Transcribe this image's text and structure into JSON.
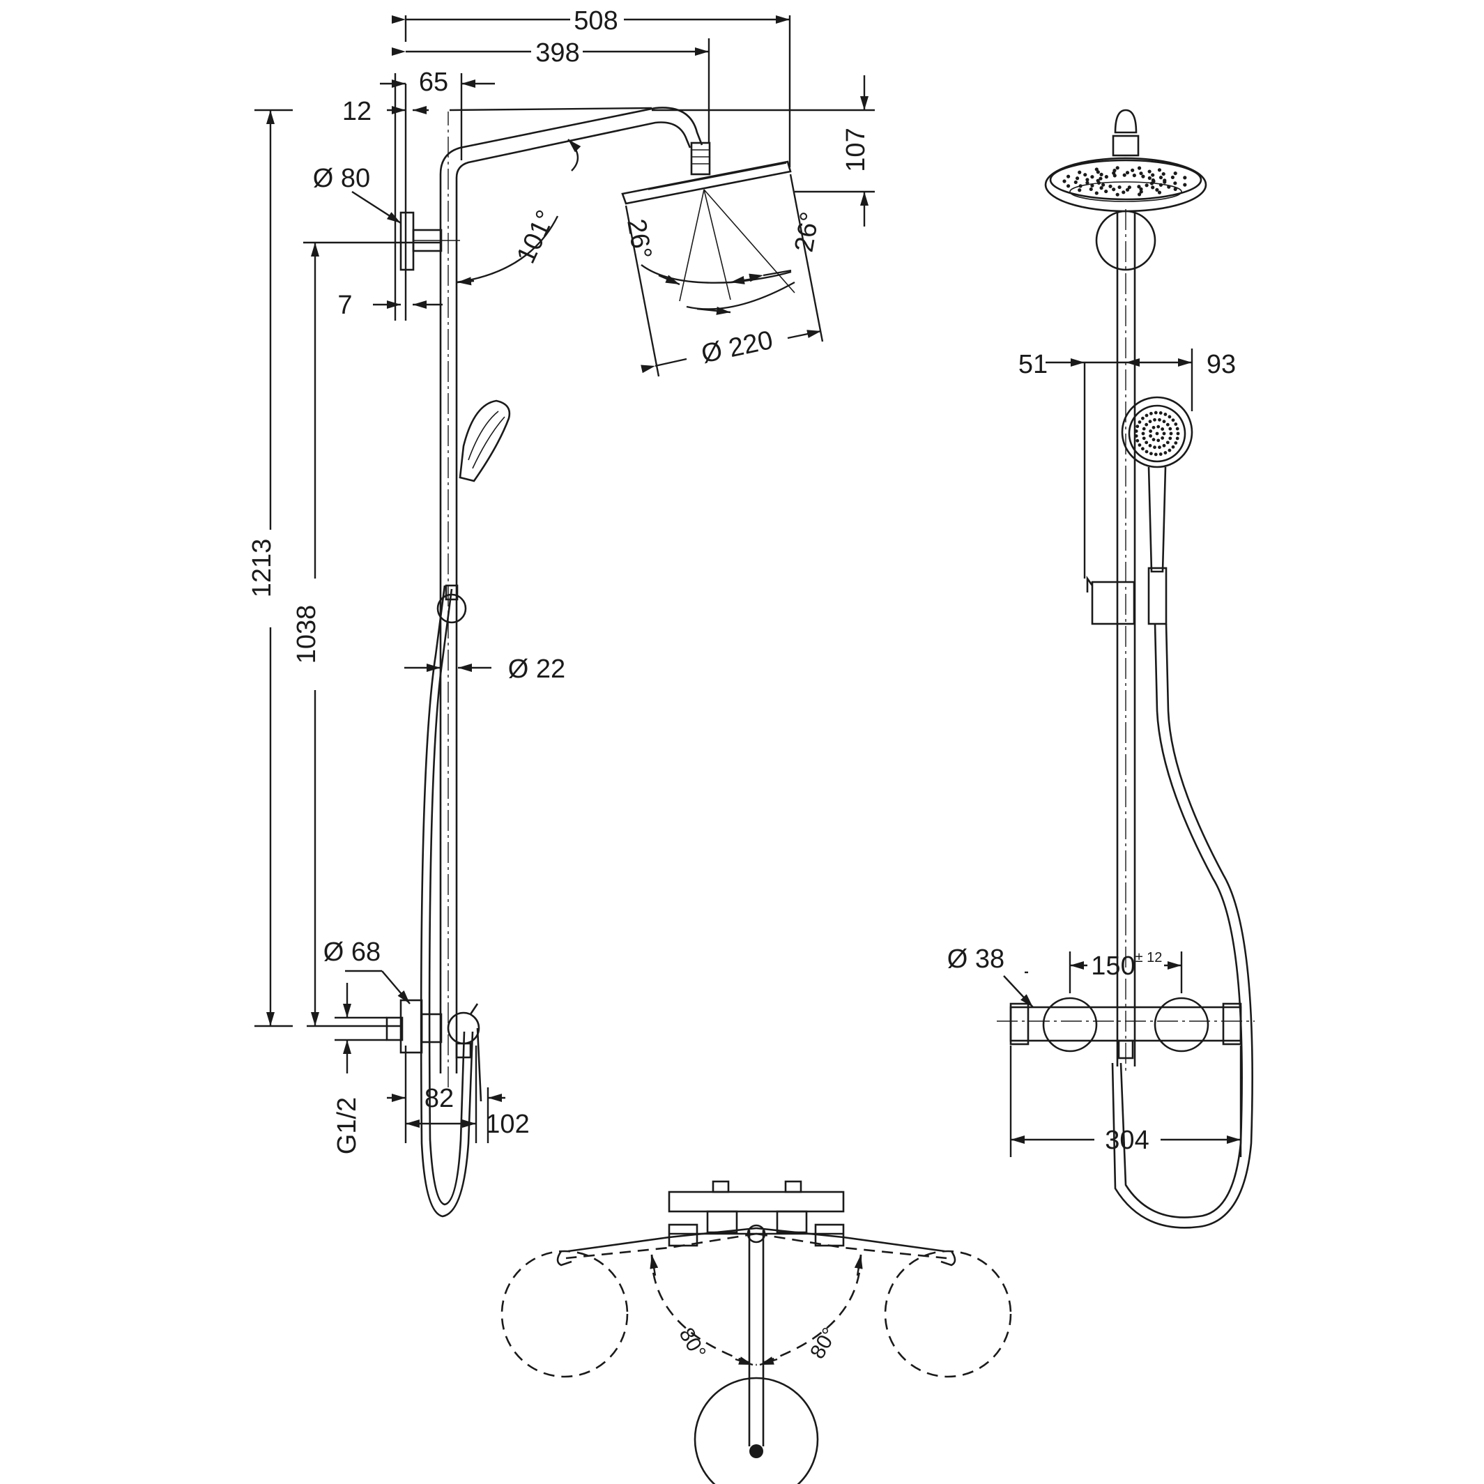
{
  "dims": {
    "d508": "508",
    "d398": "398",
    "d65": "65",
    "d12": "12",
    "d107": "107",
    "d80": "Ø 80",
    "d7": "7",
    "a101": "101°",
    "a26l": "26°",
    "a26r": "26°",
    "d220": "Ø 220",
    "d1213": "1213",
    "d1038": "1038",
    "d22": "Ø 22",
    "d68": "Ø 68",
    "g12": "G1/2",
    "d82": "82",
    "d102": "102",
    "d51": "51",
    "d93": "93",
    "d38": "Ø 38",
    "d150": "150",
    "d150tol": "± 12",
    "d304": "304",
    "a80l": "80°",
    "a80r": "80°"
  }
}
